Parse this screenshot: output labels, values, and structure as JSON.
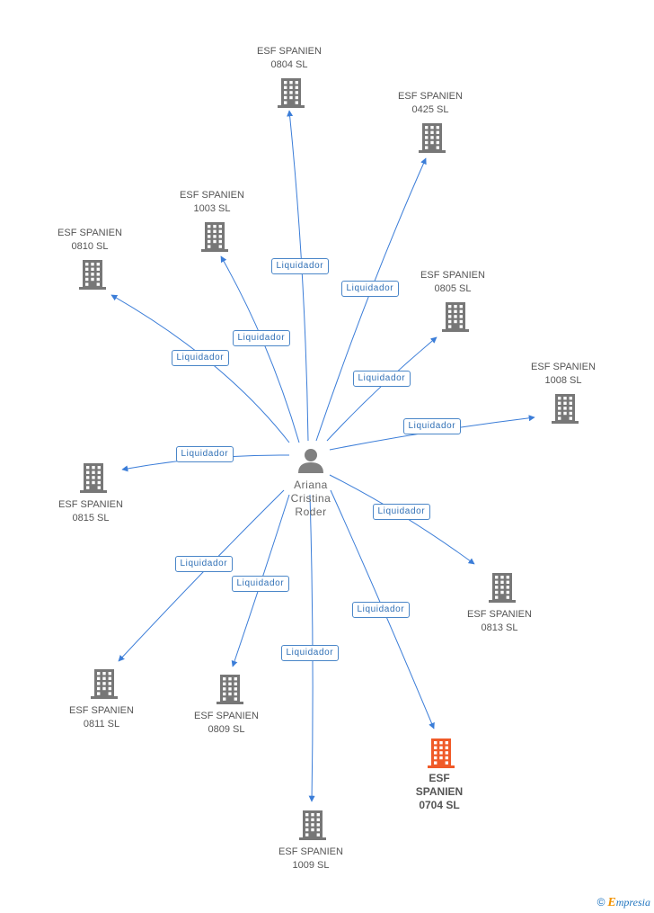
{
  "colors": {
    "edge": "#3b7dd8",
    "building": "#777777",
    "building_highlight": "#f05a28",
    "person": "#808080"
  },
  "person": {
    "name_lines": [
      "Ariana",
      "Cristina",
      "Roder"
    ],
    "icon": "person-icon"
  },
  "companies": [
    {
      "id": "0804",
      "lines": [
        "ESF SPANIEN",
        "0804 SL"
      ],
      "relation": "Liquidador"
    },
    {
      "id": "0425",
      "lines": [
        "ESF SPANIEN",
        "0425 SL"
      ],
      "relation": "Liquidador"
    },
    {
      "id": "1003",
      "lines": [
        "ESF SPANIEN",
        "1003 SL"
      ],
      "relation": "Liquidador"
    },
    {
      "id": "0810",
      "lines": [
        "ESF SPANIEN",
        "0810 SL"
      ],
      "relation": "Liquidador"
    },
    {
      "id": "0805",
      "lines": [
        "ESF SPANIEN",
        "0805 SL"
      ],
      "relation": "Liquidador"
    },
    {
      "id": "1008",
      "lines": [
        "ESF SPANIEN",
        "1008 SL"
      ],
      "relation": "Liquidador"
    },
    {
      "id": "0815",
      "lines": [
        "ESF SPANIEN",
        "0815 SL"
      ],
      "relation": "Liquidador"
    },
    {
      "id": "0813",
      "lines": [
        "ESF SPANIEN",
        "0813 SL"
      ],
      "relation": "Liquidador"
    },
    {
      "id": "0811",
      "lines": [
        "ESF SPANIEN",
        "0811 SL"
      ],
      "relation": "Liquidador"
    },
    {
      "id": "0809",
      "lines": [
        "ESF SPANIEN",
        "0809 SL"
      ],
      "relation": "Liquidador"
    },
    {
      "id": "0704",
      "lines": [
        "ESF",
        "SPANIEN",
        "0704 SL"
      ],
      "relation": "Liquidador",
      "highlight": true
    },
    {
      "id": "1009",
      "lines": [
        "ESF SPANIEN",
        "1009 SL"
      ],
      "relation": "Liquidador"
    }
  ],
  "footer": {
    "copyright": "©",
    "brand_initial": "E",
    "brand_rest": "mpresia"
  }
}
